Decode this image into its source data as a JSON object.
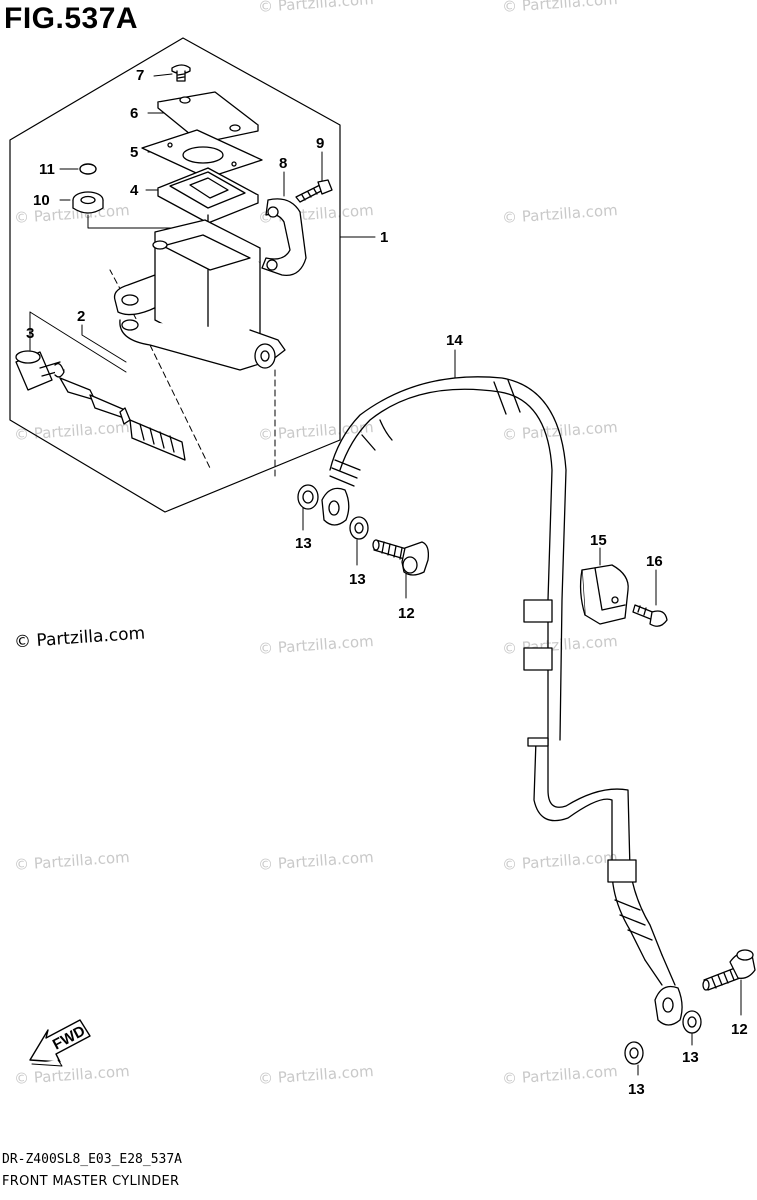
{
  "figure": {
    "title": "FIG.537A"
  },
  "watermark": {
    "text": "© Partzilla.com"
  },
  "copyright": "© Partzilla.com",
  "footer": {
    "code": "DR-Z400SL8_E03_E28_537A",
    "caption": "FRONT MASTER CYLINDER"
  },
  "direction_label": "FWD",
  "callouts": {
    "p1": "1",
    "p2": "2",
    "p3": "3",
    "p4": "4",
    "p5": "5",
    "p6": "6",
    "p7": "7",
    "p8": "8",
    "p9": "9",
    "p10": "10",
    "p11": "11",
    "p12a": "12",
    "p12b": "12",
    "p13a": "13",
    "p13b": "13",
    "p13c": "13",
    "p13d": "13",
    "p14": "14",
    "p15": "15",
    "p16": "16"
  }
}
